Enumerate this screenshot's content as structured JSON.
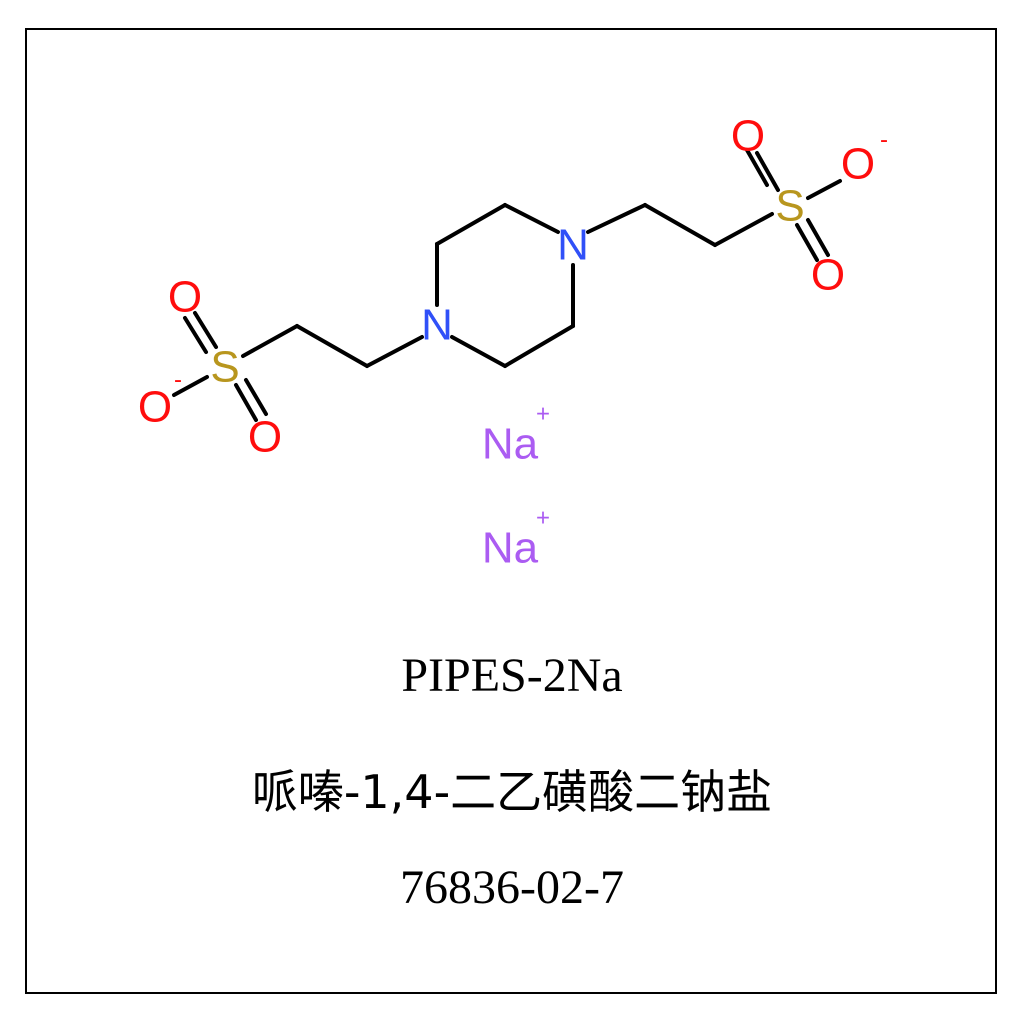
{
  "molecule": {
    "atoms": {
      "n1": "N",
      "n2": "N",
      "s1": "S",
      "s2": "S",
      "o": "O",
      "na": "Na",
      "plus": "+",
      "minus": "-"
    },
    "colors": {
      "O": "#ff0d0d",
      "N": "#3050f8",
      "S": "#b8961e",
      "Na": "#ab5cf2",
      "bond": "#000000"
    }
  },
  "captions": {
    "english_name": "PIPES-2Na",
    "chinese_name": "哌嗪-1,4-二乙磺酸二钠盐",
    "cas_number": "76836-02-7"
  }
}
